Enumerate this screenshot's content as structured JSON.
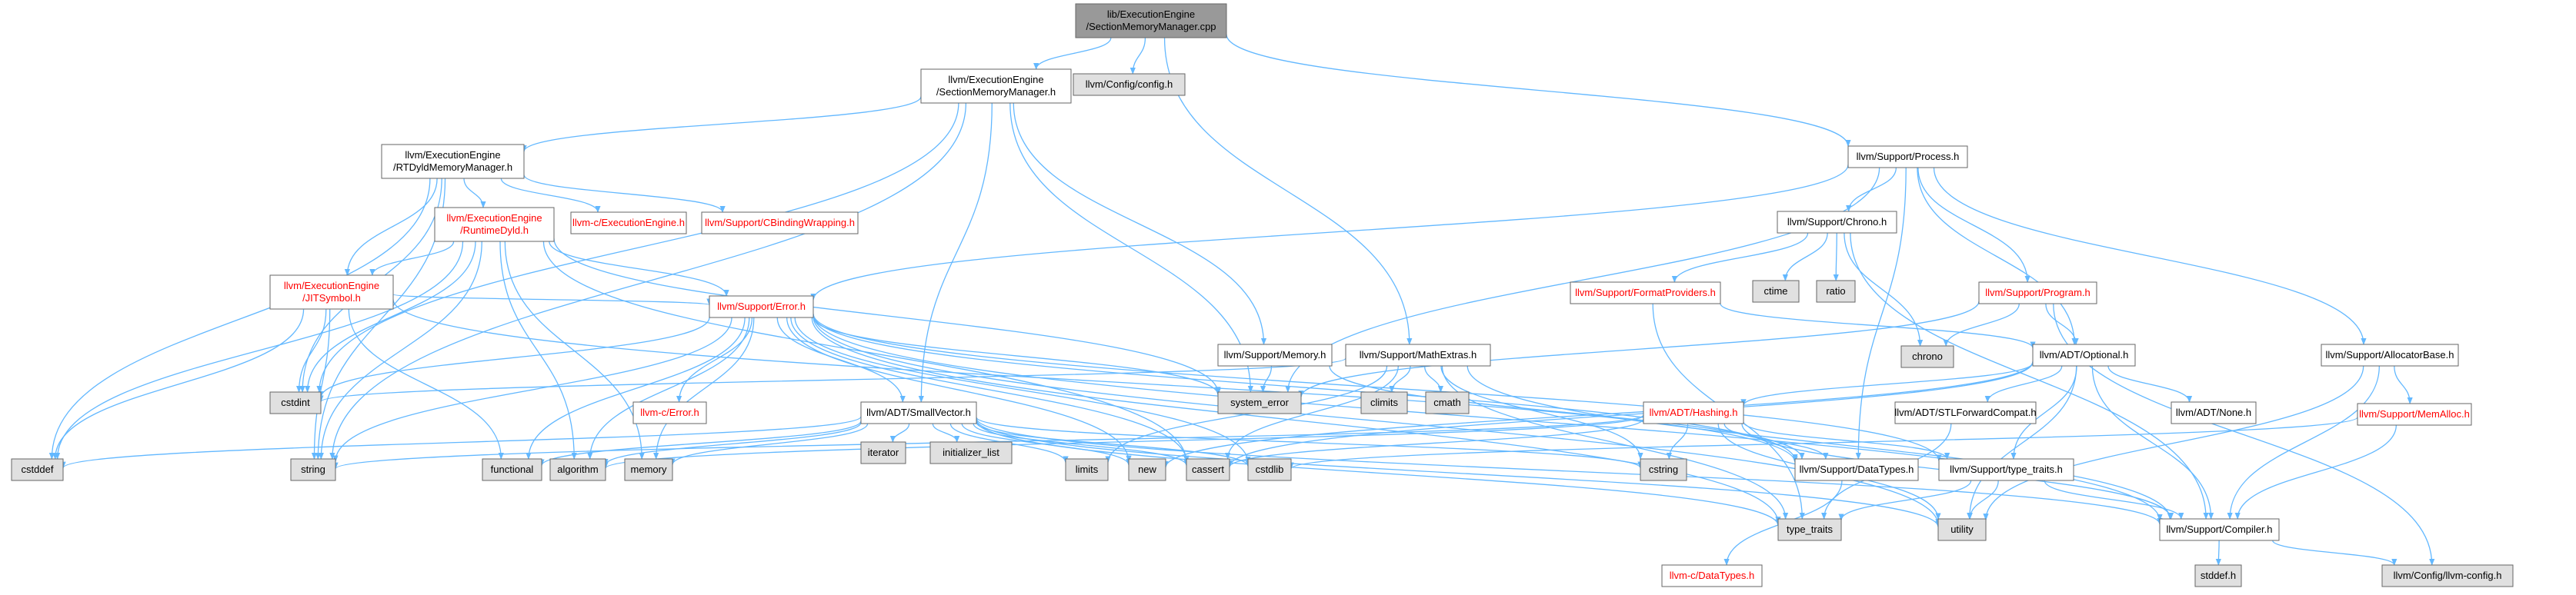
{
  "colors": {
    "edge": "#63b8ff",
    "node_stroke": "#666666",
    "text": "#000000",
    "red_text": "#ff0000",
    "root_fill": "#999999",
    "white_fill": "#ffffff",
    "gray_fill": "#e0e0e0"
  },
  "nodes": [
    {
      "id": "root",
      "lines": [
        "lib/ExecutionEngine",
        "/SectionMemoryManager.cpp"
      ],
      "style": "root"
    },
    {
      "id": "smm_h",
      "lines": [
        "llvm/ExecutionEngine",
        "/SectionMemoryManager.h"
      ],
      "style": "white"
    },
    {
      "id": "config",
      "lines": [
        "llvm/Config/config.h"
      ],
      "style": "gray"
    },
    {
      "id": "process",
      "lines": [
        "llvm/Support/Process.h"
      ],
      "style": "white"
    },
    {
      "id": "rtdyld_mm",
      "lines": [
        "llvm/ExecutionEngine",
        "/RTDyldMemoryManager.h"
      ],
      "style": "white"
    },
    {
      "id": "runtimedyld",
      "lines": [
        "llvm/ExecutionEngine",
        "/RuntimeDyld.h"
      ],
      "style": "red"
    },
    {
      "id": "c_ee",
      "lines": [
        "llvm-c/ExecutionEngine.h"
      ],
      "style": "red"
    },
    {
      "id": "cbinding",
      "lines": [
        "llvm/Support/CBindingWrapping.h"
      ],
      "style": "red"
    },
    {
      "id": "jitsymbol",
      "lines": [
        "llvm/ExecutionEngine",
        "/JITSymbol.h"
      ],
      "style": "red"
    },
    {
      "id": "error",
      "lines": [
        "llvm/Support/Error.h"
      ],
      "style": "red"
    },
    {
      "id": "memory",
      "lines": [
        "llvm/Support/Memory.h"
      ],
      "style": "white"
    },
    {
      "id": "mathextras",
      "lines": [
        "llvm/Support/MathExtras.h"
      ],
      "style": "white"
    },
    {
      "id": "chrono_h",
      "lines": [
        "llvm/Support/Chrono.h"
      ],
      "style": "white"
    },
    {
      "id": "formatproviders",
      "lines": [
        "llvm/Support/FormatProviders.h"
      ],
      "style": "red"
    },
    {
      "id": "ctime",
      "lines": [
        "ctime"
      ],
      "style": "gray"
    },
    {
      "id": "ratio",
      "lines": [
        "ratio"
      ],
      "style": "gray"
    },
    {
      "id": "program",
      "lines": [
        "llvm/Support/Program.h"
      ],
      "style": "red"
    },
    {
      "id": "chrono",
      "lines": [
        "chrono"
      ],
      "style": "gray"
    },
    {
      "id": "optional",
      "lines": [
        "llvm/ADT/Optional.h"
      ],
      "style": "white"
    },
    {
      "id": "allocbase",
      "lines": [
        "llvm/Support/AllocatorBase.h"
      ],
      "style": "white"
    },
    {
      "id": "memalloc",
      "lines": [
        "llvm/Support/MemAlloc.h"
      ],
      "style": "red"
    },
    {
      "id": "cstdint",
      "lines": [
        "cstdint"
      ],
      "style": "gray"
    },
    {
      "id": "c_error",
      "lines": [
        "llvm-c/Error.h"
      ],
      "style": "red"
    },
    {
      "id": "system_error",
      "lines": [
        "system_error"
      ],
      "style": "gray"
    },
    {
      "id": "climits",
      "lines": [
        "climits"
      ],
      "style": "gray"
    },
    {
      "id": "cmath",
      "lines": [
        "cmath"
      ],
      "style": "gray"
    },
    {
      "id": "smallvector",
      "lines": [
        "llvm/ADT/SmallVector.h"
      ],
      "style": "white"
    },
    {
      "id": "hashing",
      "lines": [
        "llvm/ADT/Hashing.h"
      ],
      "style": "red"
    },
    {
      "id": "stlforward",
      "lines": [
        "llvm/ADT/STLForwardCompat.h"
      ],
      "style": "white"
    },
    {
      "id": "none_h",
      "lines": [
        "llvm/ADT/None.h"
      ],
      "style": "white"
    },
    {
      "id": "cstddef",
      "lines": [
        "cstddef"
      ],
      "style": "gray"
    },
    {
      "id": "string",
      "lines": [
        "string"
      ],
      "style": "gray"
    },
    {
      "id": "functional",
      "lines": [
        "functional"
      ],
      "style": "gray"
    },
    {
      "id": "algorithm",
      "lines": [
        "algorithm"
      ],
      "style": "gray"
    },
    {
      "id": "memory_std",
      "lines": [
        "memory"
      ],
      "style": "gray"
    },
    {
      "id": "iterator",
      "lines": [
        "iterator"
      ],
      "style": "gray"
    },
    {
      "id": "initlist",
      "lines": [
        "initializer_list"
      ],
      "style": "gray"
    },
    {
      "id": "limits",
      "lines": [
        "limits"
      ],
      "style": "gray"
    },
    {
      "id": "new",
      "lines": [
        "new"
      ],
      "style": "gray"
    },
    {
      "id": "cassert",
      "lines": [
        "cassert"
      ],
      "style": "gray"
    },
    {
      "id": "cstdlib",
      "lines": [
        "cstdlib"
      ],
      "style": "gray"
    },
    {
      "id": "cstring",
      "lines": [
        "cstring"
      ],
      "style": "gray"
    },
    {
      "id": "datatypes",
      "lines": [
        "llvm/Support/DataTypes.h"
      ],
      "style": "white"
    },
    {
      "id": "typetraits_h",
      "lines": [
        "llvm/Support/type_traits.h"
      ],
      "style": "white"
    },
    {
      "id": "typetraits",
      "lines": [
        "type_traits"
      ],
      "style": "gray"
    },
    {
      "id": "utility",
      "lines": [
        "utility"
      ],
      "style": "gray"
    },
    {
      "id": "compiler",
      "lines": [
        "llvm/Support/Compiler.h"
      ],
      "style": "white"
    },
    {
      "id": "c_datatypes",
      "lines": [
        "llvm-c/DataTypes.h"
      ],
      "style": "red"
    },
    {
      "id": "stddef",
      "lines": [
        "stddef.h"
      ],
      "style": "gray"
    },
    {
      "id": "llvmconfig",
      "lines": [
        "llvm/Config/llvm-config.h"
      ],
      "style": "gray"
    }
  ],
  "edges": [
    [
      "root",
      "smm_h"
    ],
    [
      "root",
      "config"
    ],
    [
      "root",
      "process"
    ],
    [
      "root",
      "mathextras"
    ],
    [
      "smm_h",
      "rtdyld_mm"
    ],
    [
      "smm_h",
      "memory"
    ],
    [
      "smm_h",
      "smallvector"
    ],
    [
      "smm_h",
      "cstdint"
    ],
    [
      "smm_h",
      "string"
    ],
    [
      "smm_h",
      "system_error"
    ],
    [
      "rtdyld_mm",
      "runtimedyld"
    ],
    [
      "rtdyld_mm",
      "c_ee"
    ],
    [
      "rtdyld_mm",
      "cbinding"
    ],
    [
      "rtdyld_mm",
      "jitsymbol"
    ],
    [
      "rtdyld_mm",
      "cstddef"
    ],
    [
      "rtdyld_mm",
      "cstdint"
    ],
    [
      "rtdyld_mm",
      "string"
    ],
    [
      "runtimedyld",
      "jitsymbol"
    ],
    [
      "runtimedyld",
      "error"
    ],
    [
      "runtimedyld",
      "cstddef"
    ],
    [
      "runtimedyld",
      "cstdint"
    ],
    [
      "runtimedyld",
      "string"
    ],
    [
      "runtimedyld",
      "algorithm"
    ],
    [
      "runtimedyld",
      "memory_std"
    ],
    [
      "runtimedyld",
      "system_error"
    ],
    [
      "runtimedyld",
      "cassert"
    ],
    [
      "jitsymbol",
      "error"
    ],
    [
      "jitsymbol",
      "cstddef"
    ],
    [
      "jitsymbol",
      "cstdint"
    ],
    [
      "jitsymbol",
      "string"
    ],
    [
      "jitsymbol",
      "functional"
    ],
    [
      "jitsymbol",
      "datatypes"
    ],
    [
      "error",
      "c_error"
    ],
    [
      "error",
      "smallvector"
    ],
    [
      "error",
      "cstdint"
    ],
    [
      "error",
      "system_error"
    ],
    [
      "error",
      "string"
    ],
    [
      "error",
      "functional"
    ],
    [
      "error",
      "algorithm"
    ],
    [
      "error",
      "memory_std"
    ],
    [
      "error",
      "new"
    ],
    [
      "error",
      "cassert"
    ],
    [
      "error",
      "cstdlib"
    ],
    [
      "error",
      "compiler"
    ],
    [
      "error",
      "typetraits"
    ],
    [
      "error",
      "utility"
    ],
    [
      "error",
      "typetraits_h"
    ],
    [
      "error",
      "datatypes"
    ],
    [
      "memory",
      "system_error"
    ],
    [
      "memory",
      "datatypes"
    ],
    [
      "mathextras",
      "climits"
    ],
    [
      "mathextras",
      "cmath"
    ],
    [
      "mathextras",
      "cstdint"
    ],
    [
      "mathextras",
      "cstring"
    ],
    [
      "mathextras",
      "limits"
    ],
    [
      "mathextras",
      "typetraits"
    ],
    [
      "mathextras",
      "cassert"
    ],
    [
      "mathextras",
      "compiler"
    ],
    [
      "process",
      "chrono_h"
    ],
    [
      "process",
      "program"
    ],
    [
      "process",
      "optional"
    ],
    [
      "process",
      "allocbase"
    ],
    [
      "process",
      "error"
    ],
    [
      "process",
      "system_error"
    ],
    [
      "process",
      "datatypes"
    ],
    [
      "chrono_h",
      "formatproviders"
    ],
    [
      "chrono_h",
      "ctime"
    ],
    [
      "chrono_h",
      "ratio"
    ],
    [
      "chrono_h",
      "chrono"
    ],
    [
      "chrono_h",
      "compiler"
    ],
    [
      "formatproviders",
      "optional"
    ],
    [
      "formatproviders",
      "typetraits"
    ],
    [
      "program",
      "chrono"
    ],
    [
      "program",
      "optional"
    ],
    [
      "program",
      "system_error"
    ],
    [
      "program",
      "llvmconfig"
    ],
    [
      "optional",
      "hashing"
    ],
    [
      "optional",
      "stlforward"
    ],
    [
      "optional",
      "none_h"
    ],
    [
      "optional",
      "compiler"
    ],
    [
      "optional",
      "typetraits_h"
    ],
    [
      "optional",
      "new"
    ],
    [
      "optional",
      "utility"
    ],
    [
      "optional",
      "cassert"
    ],
    [
      "allocbase",
      "memalloc"
    ],
    [
      "allocbase",
      "compiler"
    ],
    [
      "allocbase",
      "utility"
    ],
    [
      "memalloc",
      "compiler"
    ],
    [
      "memalloc",
      "cstdlib"
    ],
    [
      "hashing",
      "datatypes"
    ],
    [
      "hashing",
      "typetraits_h"
    ],
    [
      "hashing",
      "compiler"
    ],
    [
      "hashing",
      "algorithm"
    ],
    [
      "hashing",
      "cstring"
    ],
    [
      "hashing",
      "string"
    ],
    [
      "hashing",
      "cassert"
    ],
    [
      "hashing",
      "utility"
    ],
    [
      "stlforward",
      "typetraits"
    ],
    [
      "smallvector",
      "compiler"
    ],
    [
      "smallvector",
      "typetraits"
    ],
    [
      "smallvector",
      "algorithm"
    ],
    [
      "smallvector",
      "cassert"
    ],
    [
      "smallvector",
      "cstddef"
    ],
    [
      "smallvector",
      "cstdlib"
    ],
    [
      "smallvector",
      "cstring"
    ],
    [
      "smallvector",
      "functional"
    ],
    [
      "smallvector",
      "initlist"
    ],
    [
      "smallvector",
      "iterator"
    ],
    [
      "smallvector",
      "limits"
    ],
    [
      "smallvector",
      "memory_std"
    ],
    [
      "smallvector",
      "new"
    ],
    [
      "smallvector",
      "utility"
    ],
    [
      "datatypes",
      "c_datatypes"
    ],
    [
      "typetraits_h",
      "compiler"
    ],
    [
      "typetraits_h",
      "typetraits"
    ],
    [
      "typetraits_h",
      "utility"
    ],
    [
      "compiler",
      "stddef"
    ],
    [
      "compiler",
      "llvmconfig"
    ]
  ]
}
